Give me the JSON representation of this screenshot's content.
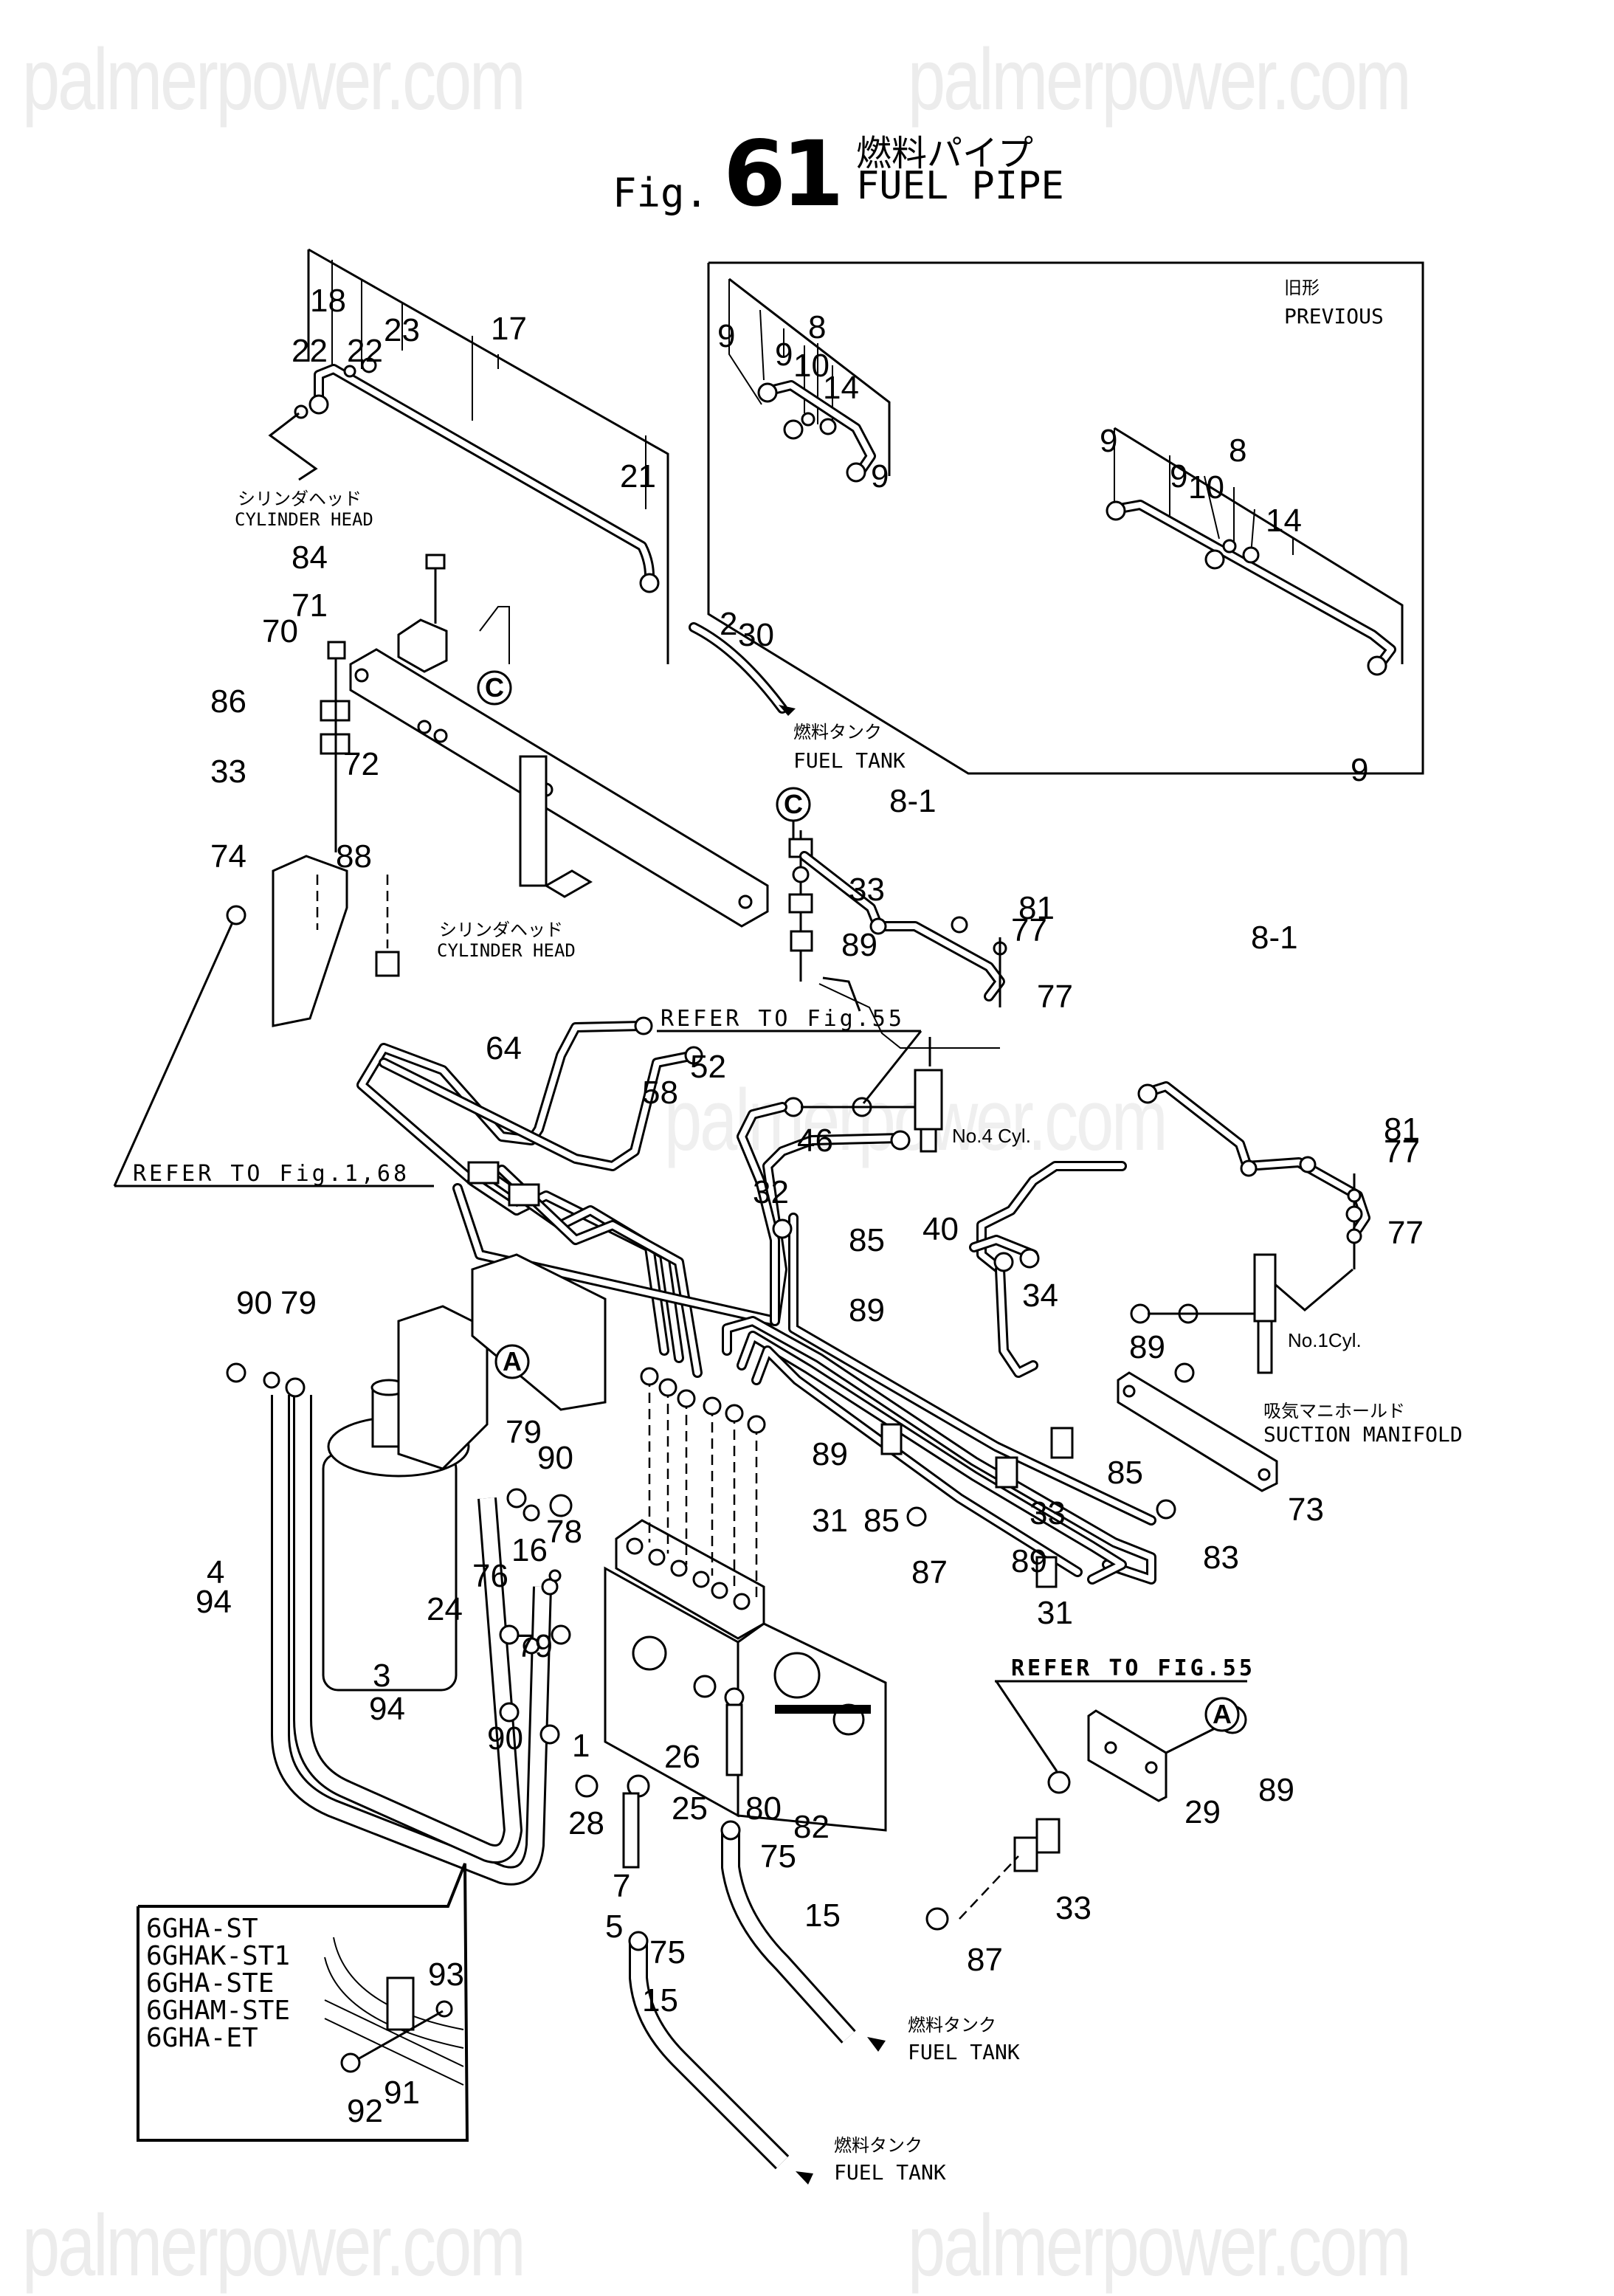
{
  "watermark": "palmerpower.com",
  "header": {
    "fig_prefix": "Fig.",
    "fig_number": "61",
    "title_jp": "燃料パイプ",
    "title_en": "FUEL PIPE"
  },
  "notes": {
    "previous_jp": "旧形",
    "previous_en": "PREVIOUS",
    "cylinder_head_jp": "シリンダヘッド",
    "cylinder_head_en": "CYLINDER HEAD",
    "fuel_tank_jp": "燃料タンク",
    "fuel_tank_en": "FUEL TANK",
    "suction_manifold_jp": "吸気マニホールド",
    "suction_manifold_en": "SUCTION MANIFOLD",
    "refer_fig55_upper": "REFER TO Fig.55",
    "refer_fig1_68": "REFER TO Fig.1,68",
    "refer_fig55_lower": "REFER TO FIG.55",
    "cyl4": "No.4 Cyl.",
    "cyl1": "No.1Cyl."
  },
  "reference_markers": {
    "c": "C",
    "a": "A"
  },
  "model_variants": [
    "6GHA-ST",
    "6GHAK-ST1",
    "6GHA-STE",
    "6GHAM-STE",
    "6GHA-ET"
  ],
  "callouts": {
    "top_pipe": [
      "18",
      "22",
      "22",
      "23",
      "17",
      "21",
      "2",
      "30"
    ],
    "previous_a": [
      "9",
      "9",
      "10",
      "8",
      "14",
      "9"
    ],
    "previous_b": [
      "9",
      "9",
      "10",
      "8",
      "14",
      "9"
    ],
    "bracket": [
      "84",
      "71",
      "70",
      "86",
      "33",
      "74",
      "72",
      "88"
    ],
    "clamp_c": [
      "8-1",
      "33",
      "89",
      "81",
      "77",
      "77"
    ],
    "inj_right": [
      "8-1",
      "81",
      "77",
      "77"
    ],
    "pipes": [
      "64",
      "58",
      "52",
      "46",
      "32",
      "85",
      "89",
      "40",
      "34",
      "89"
    ],
    "filter": [
      "90",
      "79",
      "79",
      "90",
      "4",
      "94",
      "78",
      "16",
      "76",
      "24",
      "3",
      "94",
      "79",
      "90"
    ],
    "manifold": [
      "89",
      "31",
      "85",
      "87",
      "33",
      "85",
      "89",
      "31",
      "83",
      "73"
    ],
    "pump": [
      "26",
      "25",
      "80",
      "82",
      "1",
      "28",
      "7",
      "5",
      "75",
      "15",
      "75",
      "15"
    ],
    "lower_right": [
      "89",
      "29",
      "33",
      "87"
    ],
    "inset": [
      "93",
      "91",
      "92"
    ]
  }
}
